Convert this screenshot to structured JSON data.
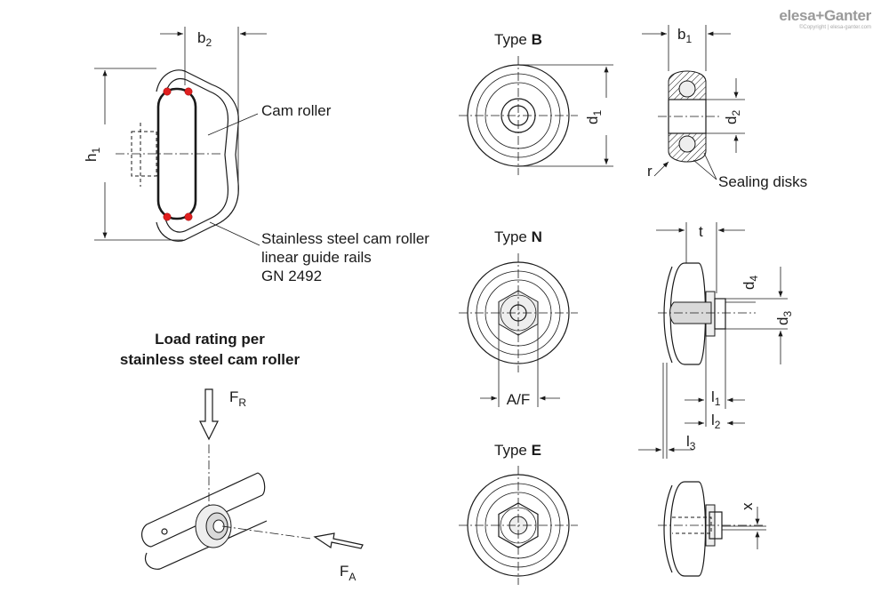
{
  "logo": {
    "brand": "elesa+Ganter",
    "copyright": "©Copyright | elesa-ganter.com"
  },
  "rail_view": {
    "dim_b2": "b",
    "dim_b2_sub": "2",
    "dim_h1": "h",
    "dim_h1_sub": "1",
    "callout_cam_roller": "Cam roller",
    "callout_rails_line1": "Stainless steel cam roller",
    "callout_rails_line2": "linear guide rails",
    "callout_rails_line3": "GN 2492"
  },
  "load_rating": {
    "title_line1": "Load rating per",
    "title_line2": "stainless steel cam roller",
    "force_radial": "F",
    "force_radial_sub": "R",
    "force_axial": "F",
    "force_axial_sub": "A"
  },
  "type_b": {
    "title_prefix": "Type ",
    "title_letter": "B",
    "dim_d1": "d",
    "dim_d1_sub": "1",
    "dim_b1": "b",
    "dim_b1_sub": "1",
    "dim_d2": "d",
    "dim_d2_sub": "2",
    "dim_r": "r",
    "callout_sealing": "Sealing disks"
  },
  "type_n": {
    "title_prefix": "Type ",
    "title_letter": "N",
    "dim_af": "A/F",
    "dim_t": "t",
    "dim_d4": "d",
    "dim_d4_sub": "4",
    "dim_d3": "d",
    "dim_d3_sub": "3",
    "dim_l1": "l",
    "dim_l1_sub": "1",
    "dim_l2": "l",
    "dim_l2_sub": "2",
    "dim_l3": "l",
    "dim_l3_sub": "3"
  },
  "type_e": {
    "title_prefix": "Type ",
    "title_letter": "E",
    "dim_x": "x"
  }
}
